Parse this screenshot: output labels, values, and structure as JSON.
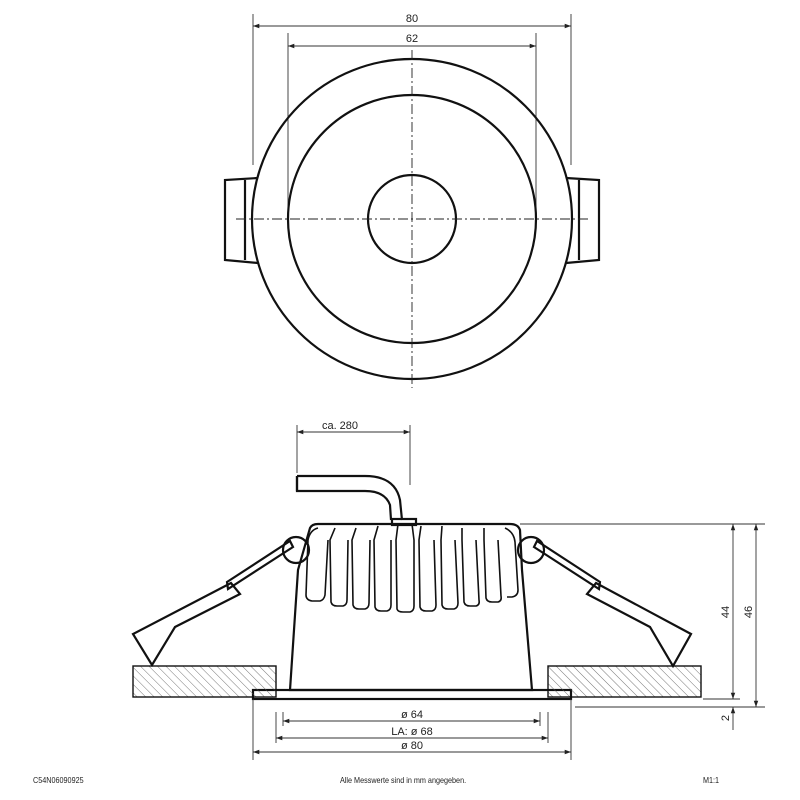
{
  "drawing": {
    "top_view": {
      "dim_outer": "80",
      "dim_inner": "62"
    },
    "side_view": {
      "dim_cable": "ca. 280",
      "dim_height_body": "44",
      "dim_height_total": "46",
      "dim_flange": "2",
      "dim_d64": "ø 64",
      "dim_cutout": "LA: ø 68",
      "dim_d80": "ø 80"
    }
  },
  "footer": {
    "article_number": "C54N06090925",
    "note": "Alle Messwerte sind in mm angegeben.",
    "scale": "M1:1"
  },
  "colors": {
    "line": "#111111",
    "background": "#ffffff"
  }
}
